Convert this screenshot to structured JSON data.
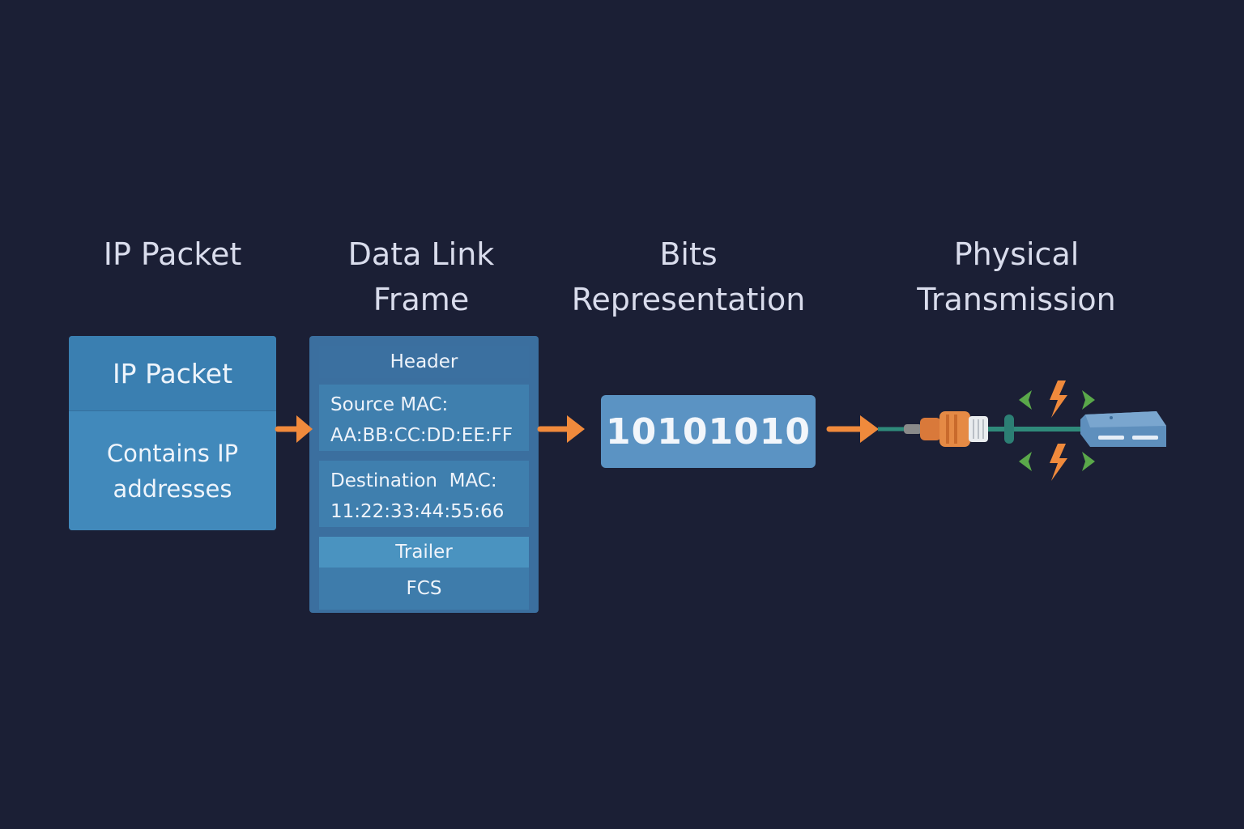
{
  "columns": [
    {
      "title_lines": [
        "IP Packet"
      ]
    },
    {
      "title_lines": [
        "Data Link",
        "Frame"
      ]
    },
    {
      "title_lines": [
        "Bits",
        "Representation"
      ]
    },
    {
      "title_lines": [
        "Physical",
        "Transmission"
      ]
    }
  ],
  "ip_packet": {
    "header": "IP Packet",
    "body": "Contains IP addresses"
  },
  "frame": {
    "header": "Header",
    "source_mac_label": "Source MAC:",
    "source_mac_value": "AA:BB:CC:DD:EE:FF",
    "dest_mac_label": "Destination  MAC:",
    "dest_mac_value": "11:22:33:44:55:66",
    "trailer": "Trailer",
    "fcs": "FCS"
  },
  "bits": {
    "value": "10101010"
  },
  "colors": {
    "background": "#1b1f35",
    "arrow": "#f08a3c",
    "box_blue": "#3d83b5",
    "bits_box": "#5b93c3",
    "cable": "#2f8a7a",
    "spark_orange": "#f08a3c",
    "spark_green": "#5aa84a"
  },
  "icons": [
    "arrow-right-icon",
    "ethernet-connector-icon",
    "lightning-icon",
    "network-device-icon"
  ]
}
